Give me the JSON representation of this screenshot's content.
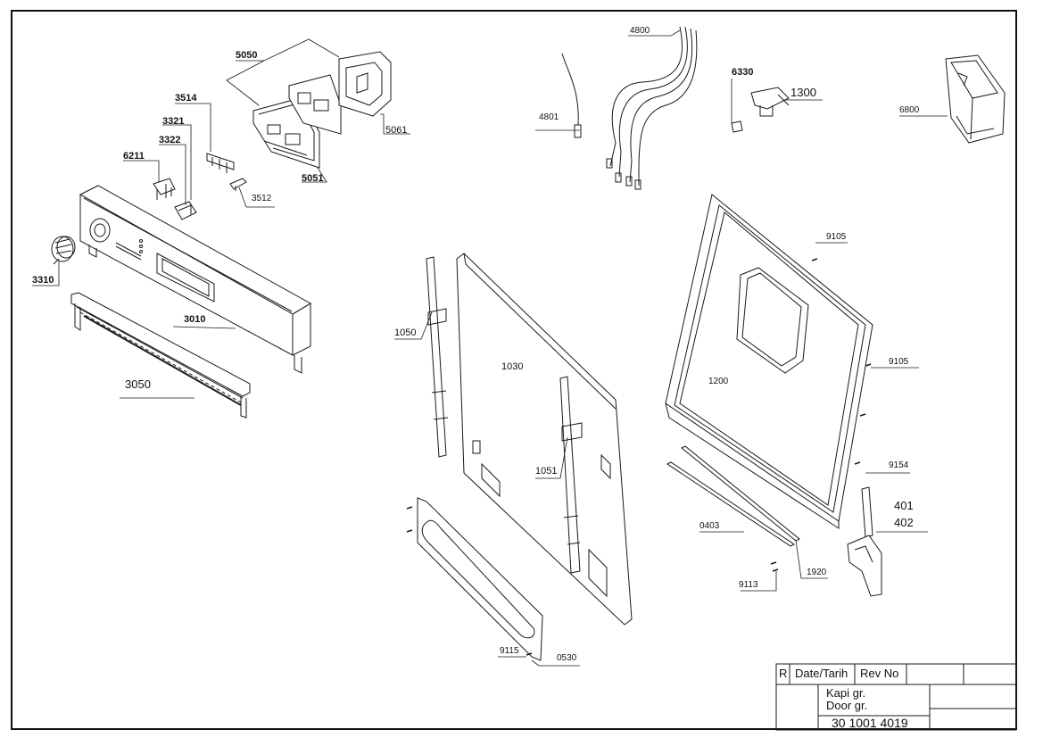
{
  "labels": {
    "p5050": "5050",
    "p5061": "5061",
    "p5051": "5051",
    "p3514": "3514",
    "p3321": "3321",
    "p3322": "3322",
    "p6211": "6211",
    "p3512": "3512",
    "p3310": "3310",
    "p3010": "3010",
    "p3050": "3050",
    "p4800": "4800",
    "p4801": "4801",
    "p6330": "6330",
    "p1300": "1300",
    "p6800": "6800",
    "p9105a": "9105",
    "p9105b": "9105",
    "p1200": "1200",
    "p1050": "1050",
    "p1030": "1030",
    "p1051": "1051",
    "p9154": "9154",
    "p401": "401",
    "p402": "402",
    "p0403": "0403",
    "p9113": "9113",
    "p1920": "1920",
    "p9115": "9115",
    "p0530": "0530"
  },
  "title_block": {
    "r": "R",
    "date": "Date/Tarih",
    "rev": "Rev No",
    "name_tr": "Kapi gr.",
    "name_en": "Door gr.",
    "part_no": "30 1001 4019"
  },
  "colors": {
    "line": "#1a1a1a",
    "background": "#ffffff"
  }
}
